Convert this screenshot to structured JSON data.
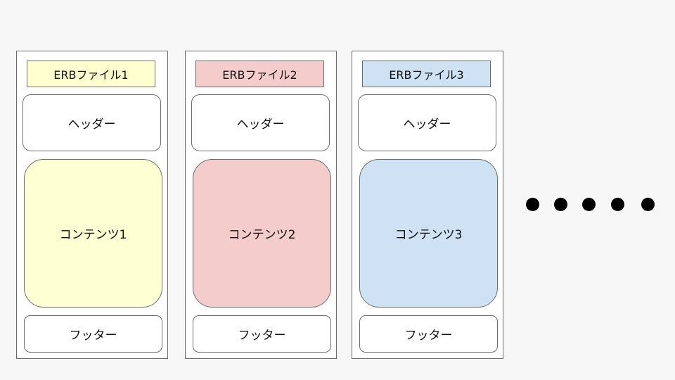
{
  "columns": [
    {
      "title": "ERBファイル1",
      "header": "ヘッダー",
      "content": "コンテンツ1",
      "footer": "フッター",
      "title_color": "#ffffcf",
      "content_color": "#ffffd4"
    },
    {
      "title": "ERBファイル2",
      "header": "ヘッダー",
      "content": "コンテンツ2",
      "footer": "フッター",
      "title_color": "#f4cccc",
      "content_color": "#f4cccc"
    },
    {
      "title": "ERBファイル3",
      "header": "ヘッダー",
      "content": "コンテンツ3",
      "footer": "フッター",
      "title_color": "#cfe2f3",
      "content_color": "#cfe2f3"
    }
  ],
  "ellipsis": {
    "count": 5,
    "color": "#000000"
  }
}
